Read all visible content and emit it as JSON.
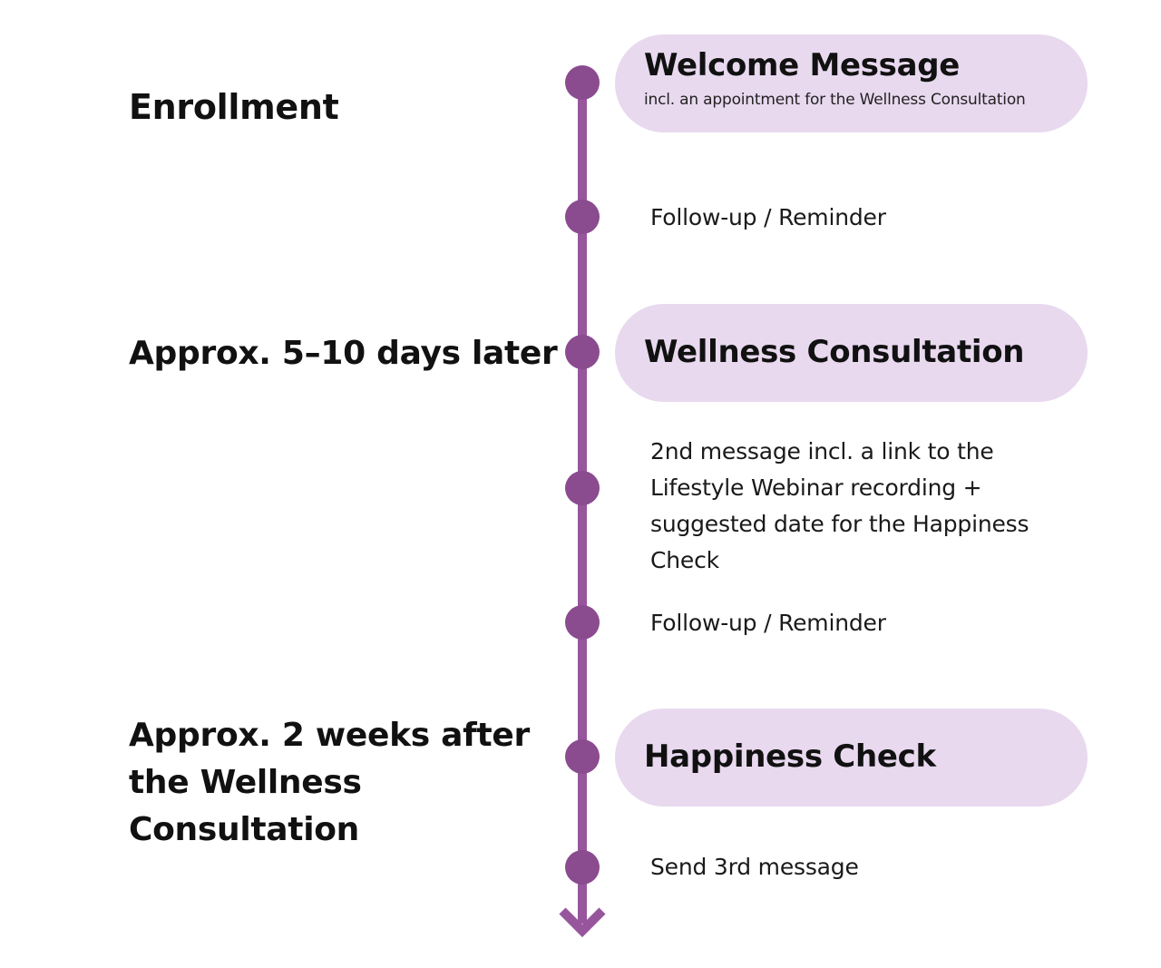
{
  "colors": {
    "timeline": "#97569c",
    "node": "#8a4b8f",
    "pill_background": "#e8d9ef"
  },
  "phases": [
    {
      "label": "Enrollment"
    },
    {
      "label": "Approx. 5–10 days later"
    },
    {
      "label": "Approx. 2 weeks after the Wellness Consultation"
    }
  ],
  "milestones": [
    {
      "title": "Welcome Message",
      "subtitle": "incl. an appointment for the Wellness Consultation"
    },
    {
      "title": "Wellness Consultation"
    },
    {
      "title": "Happiness Check"
    }
  ],
  "steps": [
    {
      "text": "Follow-up / Reminder"
    },
    {
      "text": "2nd message incl. a link to the Lifestyle Webinar recording + suggested date for the Happiness Check"
    },
    {
      "text": "Follow-up / Reminder"
    },
    {
      "text": "Send 3rd message"
    }
  ]
}
